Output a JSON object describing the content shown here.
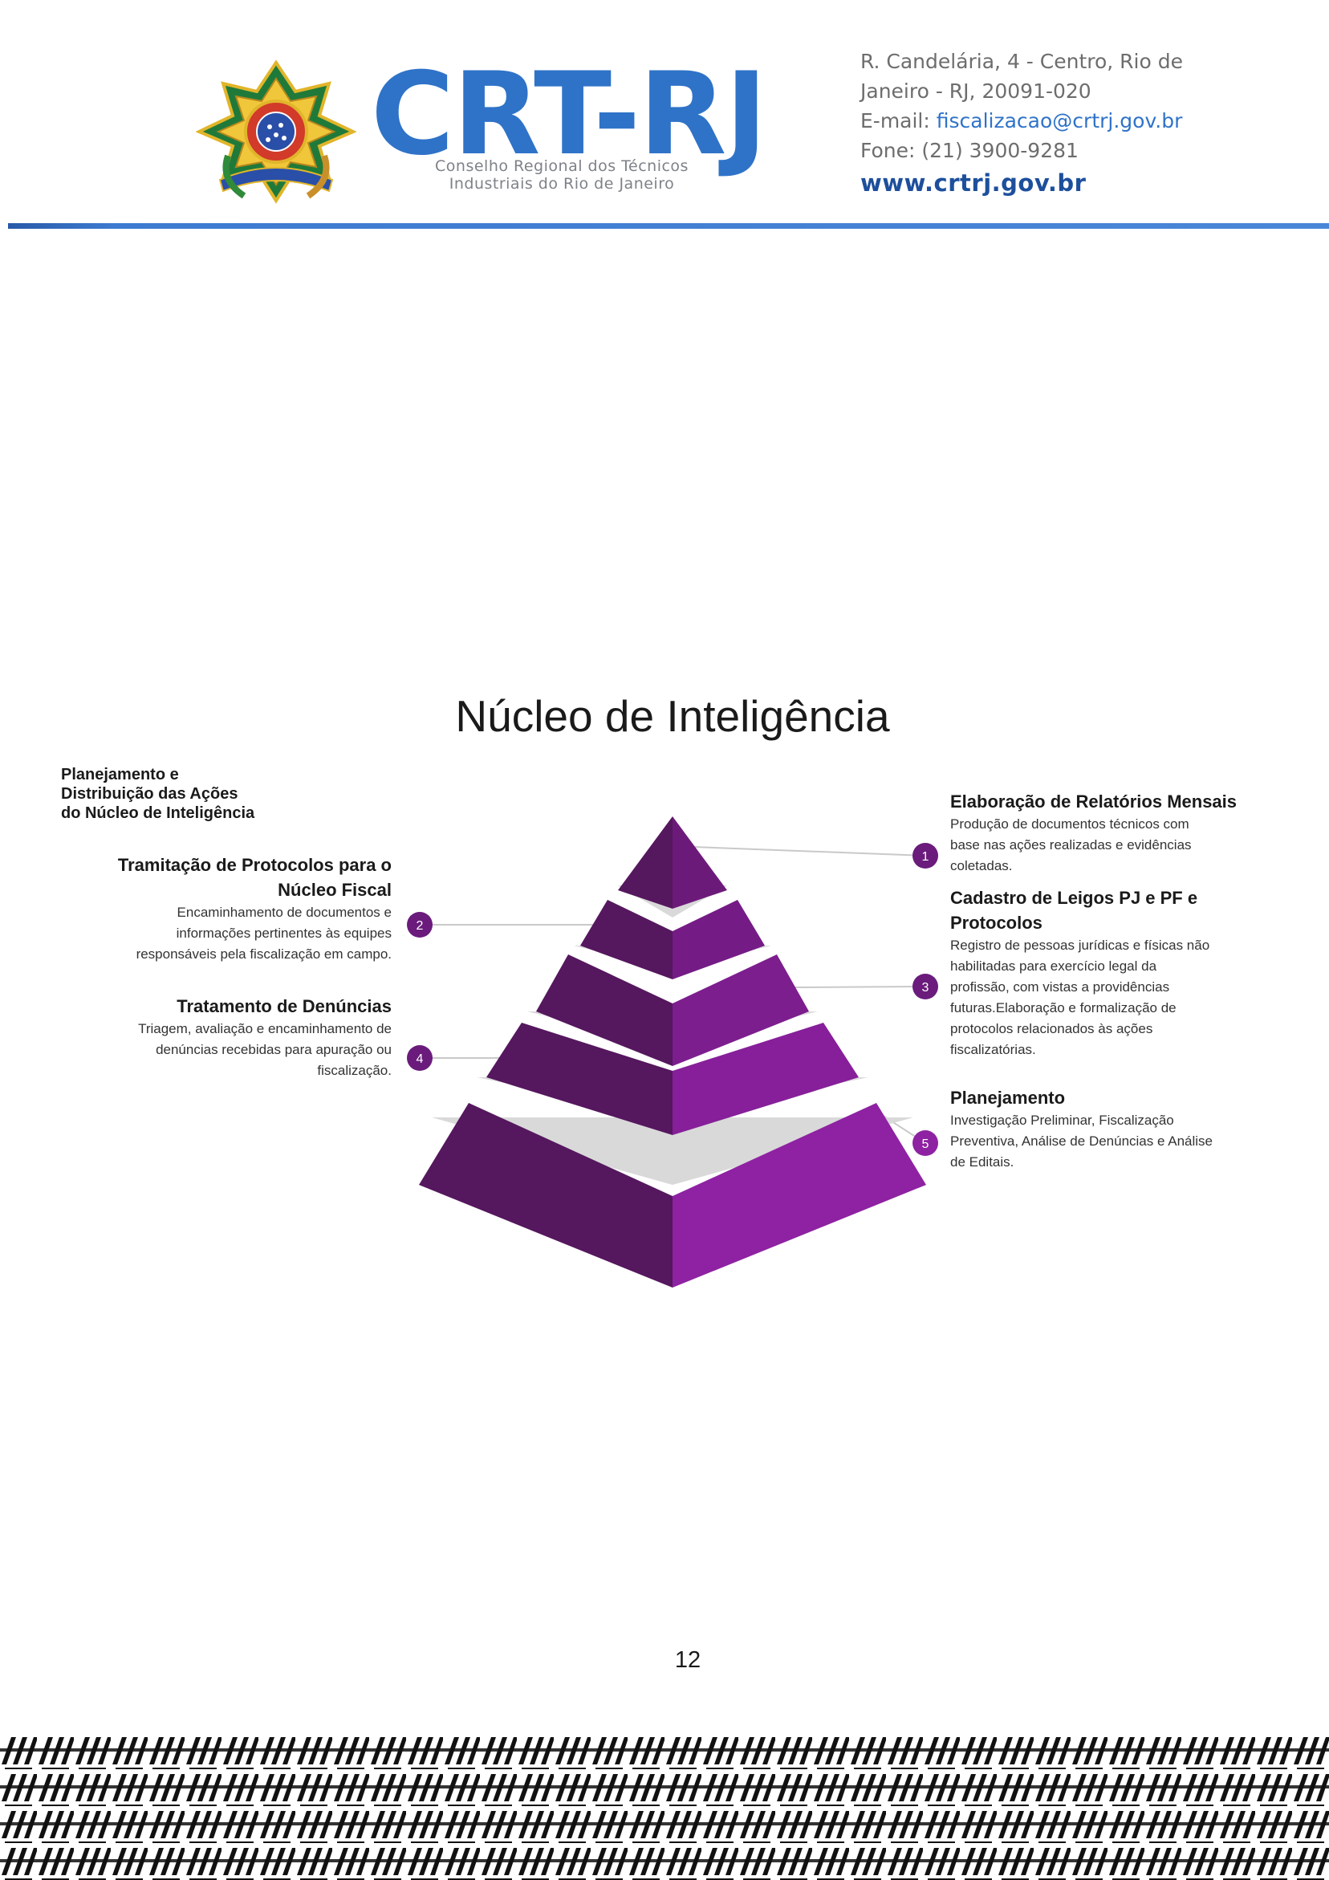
{
  "header": {
    "logo_title": "CRT-RJ",
    "logo_subtitle_line1": "Conselho Regional dos Técnicos",
    "logo_subtitle_line2": "Industriais do Rio de Janeiro",
    "address_line1": "R. Candelária, 4 - Centro, Rio de",
    "address_line2": "Janeiro - RJ, 20091-020",
    "email_label": "E-mail: ",
    "email_value": "fiscalizacao@crtrj.gov.br",
    "phone": "Fone: (21) 3900-9281",
    "website": "www.crtrj.gov.br",
    "colors": {
      "brand_blue": "#2f73c8",
      "dark_blue": "#1d4f9c"
    }
  },
  "diagram": {
    "title": "Núcleo de Inteligência",
    "side_heading_line1": "Planejamento e",
    "side_heading_line2": "Distribuição das Ações",
    "side_heading_line3": "do Núcleo de Inteligência",
    "colors": {
      "dark_purple": "#55175e",
      "light_purple": "#8e22a2",
      "band_grey": "#d9d9d9",
      "connector": "#c9c9c9"
    },
    "items": [
      {
        "number": "1",
        "title": "Elaboração de Relatórios Mensais",
        "desc_lines": [
          "Produção de documentos técnicos com",
          "base nas ações realizadas e evidências",
          "coletadas."
        ]
      },
      {
        "number": "2",
        "title_line1": "Tramitação de Protocolos para o",
        "title_line2": "Núcleo Fiscal",
        "desc_lines": [
          "Encaminhamento de documentos e",
          "informações pertinentes às equipes",
          "responsáveis pela fiscalização em campo."
        ]
      },
      {
        "number": "3",
        "title_line1": "Cadastro de Leigos PJ e PF e",
        "title_line2": "Protocolos",
        "desc_lines": [
          "Registro de pessoas jurídicas e físicas não",
          "habilitadas para exercício legal da",
          "profissão, com vistas a providências",
          "futuras.Elaboração e formalização de",
          "protocolos relacionados às ações",
          "fiscalizatórias."
        ]
      },
      {
        "number": "4",
        "title": "Tratamento de Denúncias",
        "desc_lines": [
          "Triagem, avaliação e encaminhamento de",
          "denúncias recebidas para apuração ou",
          "fiscalização."
        ]
      },
      {
        "number": "5",
        "title": "Planejamento",
        "desc_lines": [
          "Investigação Preliminar, Fiscalização",
          "Preventiva, Análise de Denúncias e Análise",
          "de Editais."
        ]
      }
    ]
  },
  "page_number": "12"
}
